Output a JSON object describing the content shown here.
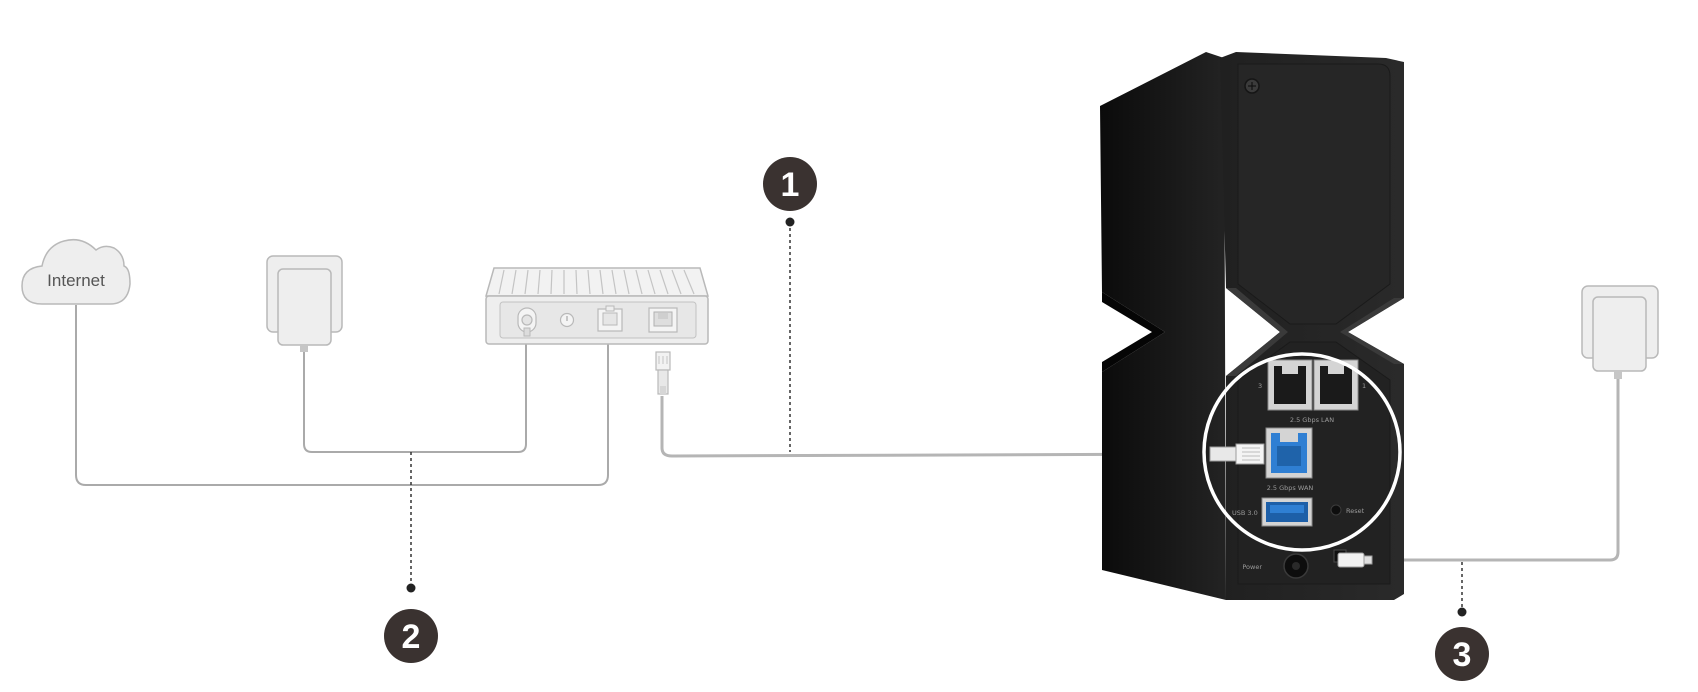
{
  "diagram": {
    "cloud_label": "Internet",
    "steps": [
      "1",
      "2",
      "3"
    ],
    "router_ports": {
      "lan_label": "2.5 Gbps LAN",
      "wan_label": "2.5 Gbps WAN",
      "usb_label": "USB 3.0",
      "power_label": "Power",
      "reset_label": "Reset",
      "lan_num_left": "3",
      "lan_num_right": "1"
    }
  },
  "colors": {
    "cable": "#aaaaaa",
    "device_line": "#b9b9b9",
    "device_fill": "#eeeeee",
    "badge": "#3a3230",
    "router_body": "#1b1b1b"
  }
}
